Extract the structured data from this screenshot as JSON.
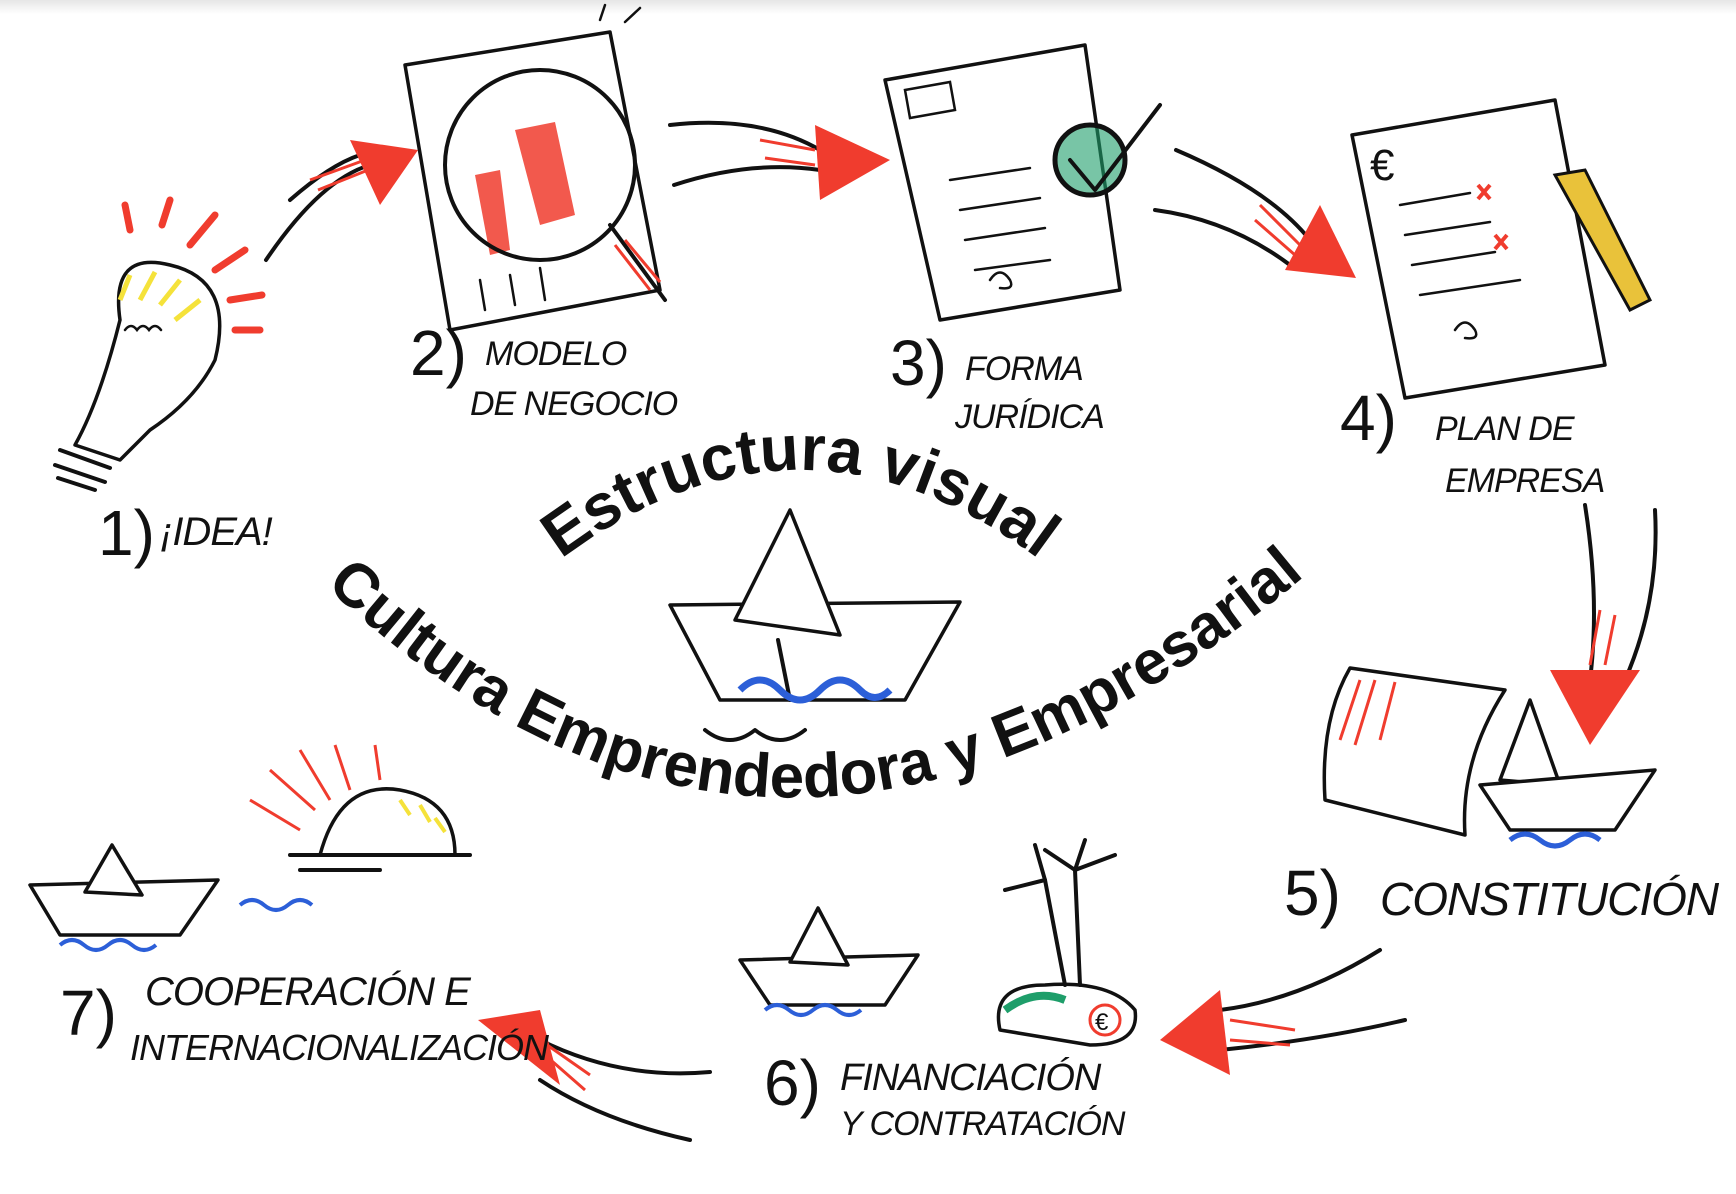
{
  "title": {
    "top": "Estructura visual",
    "bottom": "Cultura Emprendedora y Empresarial"
  },
  "steps": [
    {
      "number": "1)",
      "label_lines": [
        "¡IDEA!"
      ],
      "icon": "lightbulb-icon"
    },
    {
      "number": "2)",
      "label_lines": [
        "MODELO",
        "DE NEGOCIO"
      ],
      "icon": "chart-magnifier-icon"
    },
    {
      "number": "3)",
      "label_lines": [
        "FORMA",
        "JURÍDICA"
      ],
      "icon": "document-check-icon"
    },
    {
      "number": "4)",
      "label_lines": [
        "PLAN DE",
        "EMPRESA"
      ],
      "icon": "euro-plan-document-icon"
    },
    {
      "number": "5)",
      "label_lines": [
        "CONSTITUCIÓN"
      ],
      "icon": "tent-boat-icon"
    },
    {
      "number": "6)",
      "label_lines": [
        "FINANCIACIÓN",
        "Y CONTRATACIÓN"
      ],
      "icon": "boat-island-icon"
    },
    {
      "number": "7)",
      "label_lines": [
        "COOPERACIÓN E",
        "INTERNACIONALIZACIÓN"
      ],
      "icon": "boat-sunrise-icon"
    }
  ],
  "colors": {
    "arrow": "#f03c2e",
    "ink": "#111111",
    "bulb": "#f5e23a",
    "wave": "#2c5fd8",
    "green": "#1e9e6a",
    "pencil": "#e9c23a"
  }
}
